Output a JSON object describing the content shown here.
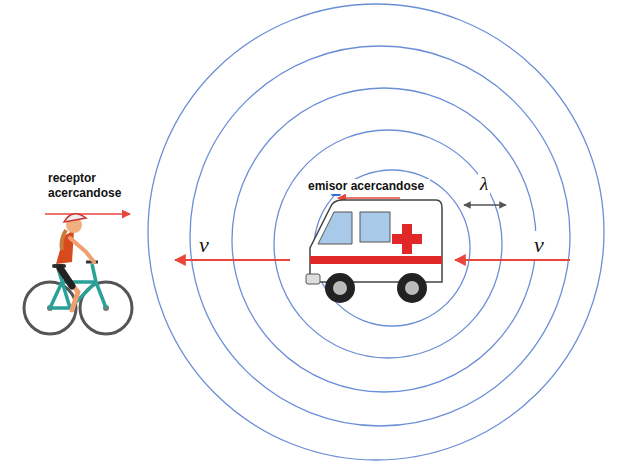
{
  "diagram": {
    "labels": [
      "receptor acercandose",
      "emisor acercandose",
      "λ",
      "v",
      "v"
    ]
  }
}
